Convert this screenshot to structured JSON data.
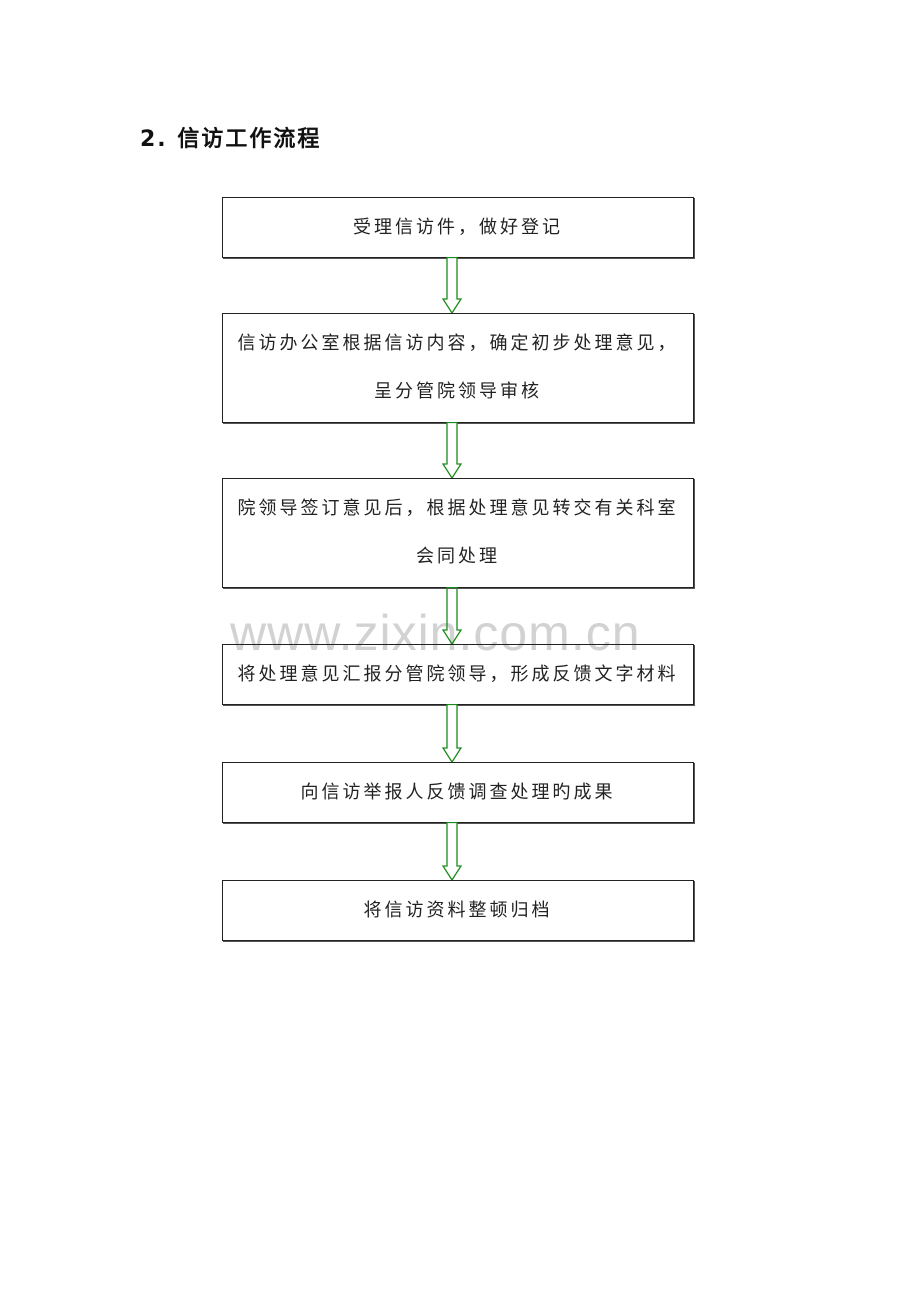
{
  "document": {
    "heading_number": "2.",
    "heading_text": "信访工作流程",
    "watermark": "www.zixin.com.cn"
  },
  "flowchart": {
    "arrow_color": "#1a8a1a",
    "steps": [
      {
        "lines": [
          "受理信访件，做好登记"
        ]
      },
      {
        "lines": [
          "信访办公室根据信访内容，确定初步处理意见，",
          "呈分管院领导审核"
        ]
      },
      {
        "lines": [
          "院领导签订意见后，根据处理意见转交有关科室",
          "会同处理"
        ]
      },
      {
        "lines": [
          "将处理意见汇报分管院领导，形成反馈文字材料"
        ]
      },
      {
        "lines": [
          "向信访举报人反馈调查处理旳成果"
        ]
      },
      {
        "lines": [
          "将信访资料整顿归档"
        ]
      }
    ]
  }
}
